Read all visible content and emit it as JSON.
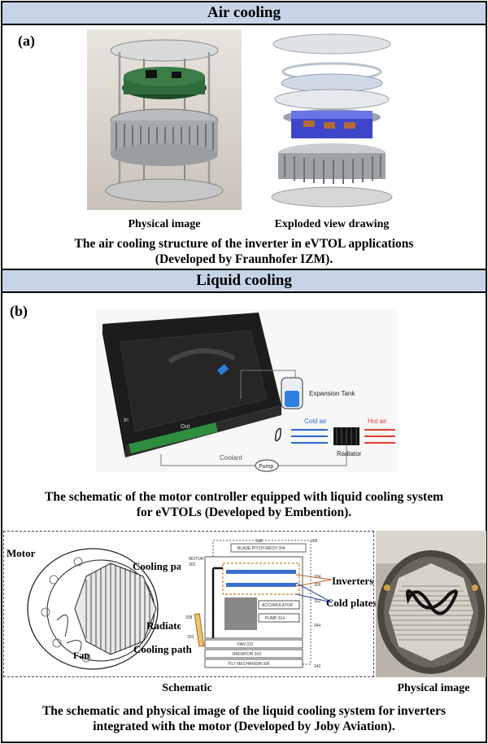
{
  "air_cooling": {
    "header": "Air cooling",
    "panel_label": "(a)",
    "left_image_caption": "Physical image",
    "right_image_caption": "Exploded view drawing",
    "caption_line1": "The air cooling structure of the inverter in eVTOL applications",
    "caption_line2": "(Developed by Fraunhofer IZM)."
  },
  "liquid_cooling": {
    "header": "Liquid cooling",
    "panel_label": "(b)",
    "embention_figure": {
      "expansion_tank": "Expansion Tank",
      "cold_air": "Cold air",
      "hot_air": "Hot air",
      "radiator": "Radiator",
      "coolant": "Coolant",
      "pump": "Pump",
      "in": "In",
      "out": "Out"
    },
    "embention_caption_line1": "The schematic of the motor controller equipped with liquid cooling system",
    "embention_caption_line2": "for eVTOLs (Developed by Embention).",
    "joby_figure": {
      "motor": "Motor",
      "cooling_path_top": "Cooling path",
      "radiator": "Radiator",
      "fan": "Fan",
      "inverters": "Inverters",
      "cold_plates": "Cold plates",
      "cooling_path_bottom": "Cooling path",
      "patent_motor": "MOTOR",
      "patent_motor_num": "302",
      "patent_blade": "BLADE PITCH MECH 304",
      "patent_accumulator": "ACCUMULATOR",
      "patent_pump": "PUMP 314",
      "patent_fan": "FAN 312",
      "patent_radiator": "RADIATOR 310",
      "patent_tilt": "TILT MECHANISM 306",
      "patent_num_308": "308",
      "patent_num_318": "318",
      "patent_num_324": "324",
      "patent_num_326": "326",
      "patent_num_328": "328",
      "patent_num_322": "322",
      "patent_num_344": "344",
      "patent_num_342": "342",
      "patent_num_338": "338",
      "patent_num_320": "320"
    },
    "schematic_caption": "Schematic",
    "physical_caption": "Physical image",
    "joby_caption_line1": "The schematic and physical image of the liquid cooling system for inverters",
    "joby_caption_line2": "integrated with the motor (Developed by Joby Aviation)."
  }
}
